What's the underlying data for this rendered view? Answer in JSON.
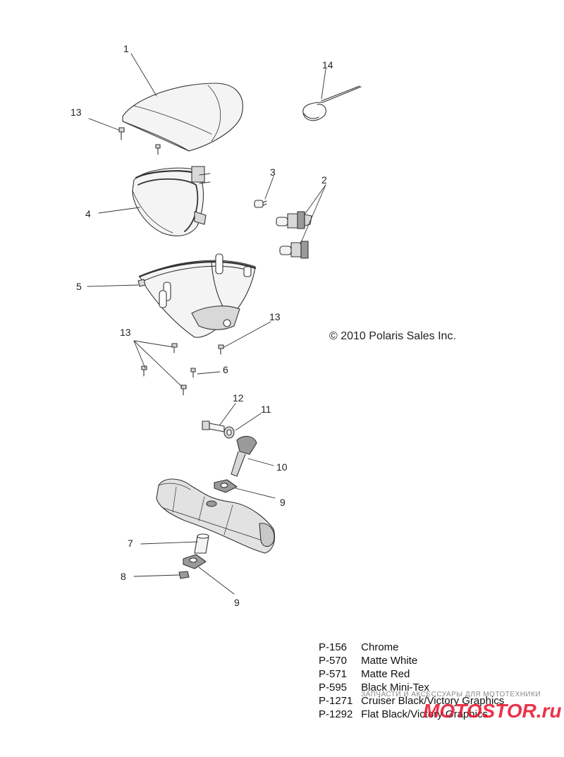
{
  "callouts": {
    "c1": "1",
    "c2": "2",
    "c3": "3",
    "c4": "4",
    "c5": "5",
    "c6": "6",
    "c7": "7",
    "c8": "8",
    "c9a": "9",
    "c9b": "9",
    "c10": "10",
    "c11": "11",
    "c12": "12",
    "c13a": "13",
    "c13b": "13",
    "c13c": "13",
    "c14": "14"
  },
  "copyright": "© 2010 Polaris Sales Inc.",
  "finishes": [
    {
      "code": "P-156",
      "name": "Chrome"
    },
    {
      "code": "P-570",
      "name": "Matte White"
    },
    {
      "code": "P-571",
      "name": "Matte Red"
    },
    {
      "code": "P-595",
      "name": "Black Mini-Tex"
    },
    {
      "code": "P-1271",
      "name": "Cruiser Black/Victory Graphics"
    },
    {
      "code": "P-1292",
      "name": "Flat Black/Victory Graphics"
    }
  ],
  "watermark": {
    "caption": "ЗАПЧАСТИ И АКСЕССУАРЫ ДЛЯ МОТОТЕХНИКИ",
    "logo": "MOTOSTOR.ru",
    "color": "#e8102a"
  },
  "colors": {
    "line": "#333333",
    "fill_light": "#f4f4f4",
    "fill_mid": "#d8d8d8",
    "fill_dark": "#9a9a9a"
  }
}
